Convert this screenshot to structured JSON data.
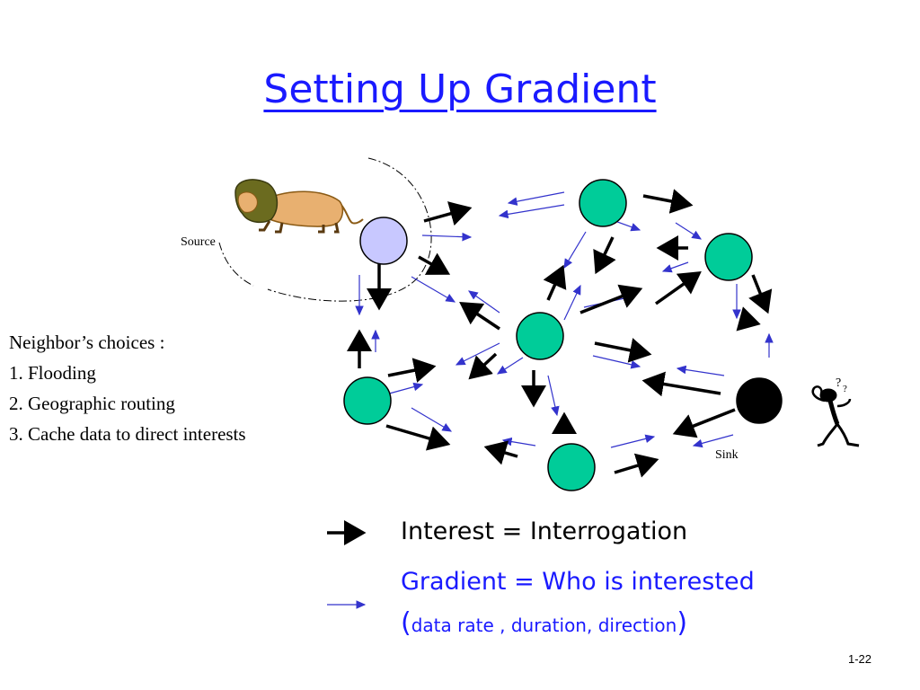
{
  "title": "Setting Up Gradient",
  "labels": {
    "source": "Source",
    "sink": "Sink"
  },
  "neighbor_choices": {
    "heading": "Neighbor’s choices :",
    "items": [
      "1. Flooding",
      "2. Geographic routing",
      "3. Cache data to direct interests"
    ]
  },
  "legend": {
    "interest": "Interest = Interrogation",
    "gradient": "Gradient = Who is interested",
    "gradient_detail_open": "(",
    "gradient_detail": "data rate , duration, direction",
    "gradient_detail_close": ")"
  },
  "page_number": "1-22",
  "colors": {
    "title": "#1a1aff",
    "node_fill": "#00cc99",
    "source_fill": "#c8c8ff",
    "sink_fill": "#000000",
    "interest_arrow": "#000000",
    "gradient_arrow": "#3333cc"
  },
  "icons": {
    "source": "lion-icon",
    "sink": "thinking-person-icon"
  }
}
